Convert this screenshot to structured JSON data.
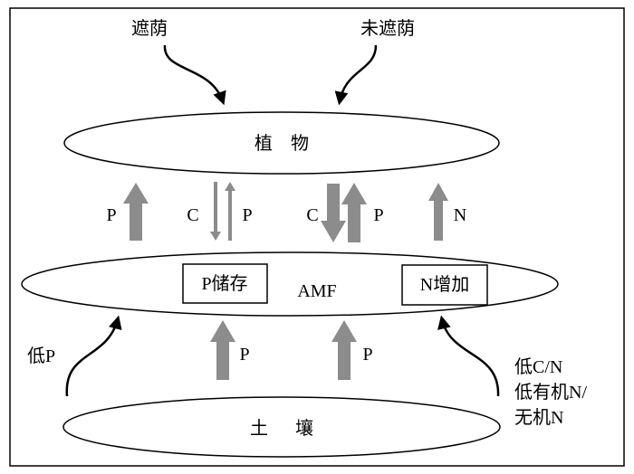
{
  "labels": {
    "shade": "遮荫",
    "no_shade": "未遮荫",
    "plant": "植    物",
    "amf": "AMF",
    "soil": "土      壤",
    "p_storage": "P储存",
    "n_increase": "N增加",
    "low_p": "低P",
    "low_cn_line1": "低C/N",
    "low_cn_line2": "低有机N/",
    "low_cn_line3": "无机N"
  },
  "arrow_labels": {
    "p_up_1": "P",
    "c_down_1": "C",
    "p_up_2": "P",
    "c_down_2": "C",
    "p_up_3": "P",
    "n_up": "N",
    "soil_p_1": "P",
    "soil_p_2": "P"
  },
  "colors": {
    "arrow_fill": "#8c8c8c",
    "stroke": "#000000",
    "background": "#ffffff"
  }
}
